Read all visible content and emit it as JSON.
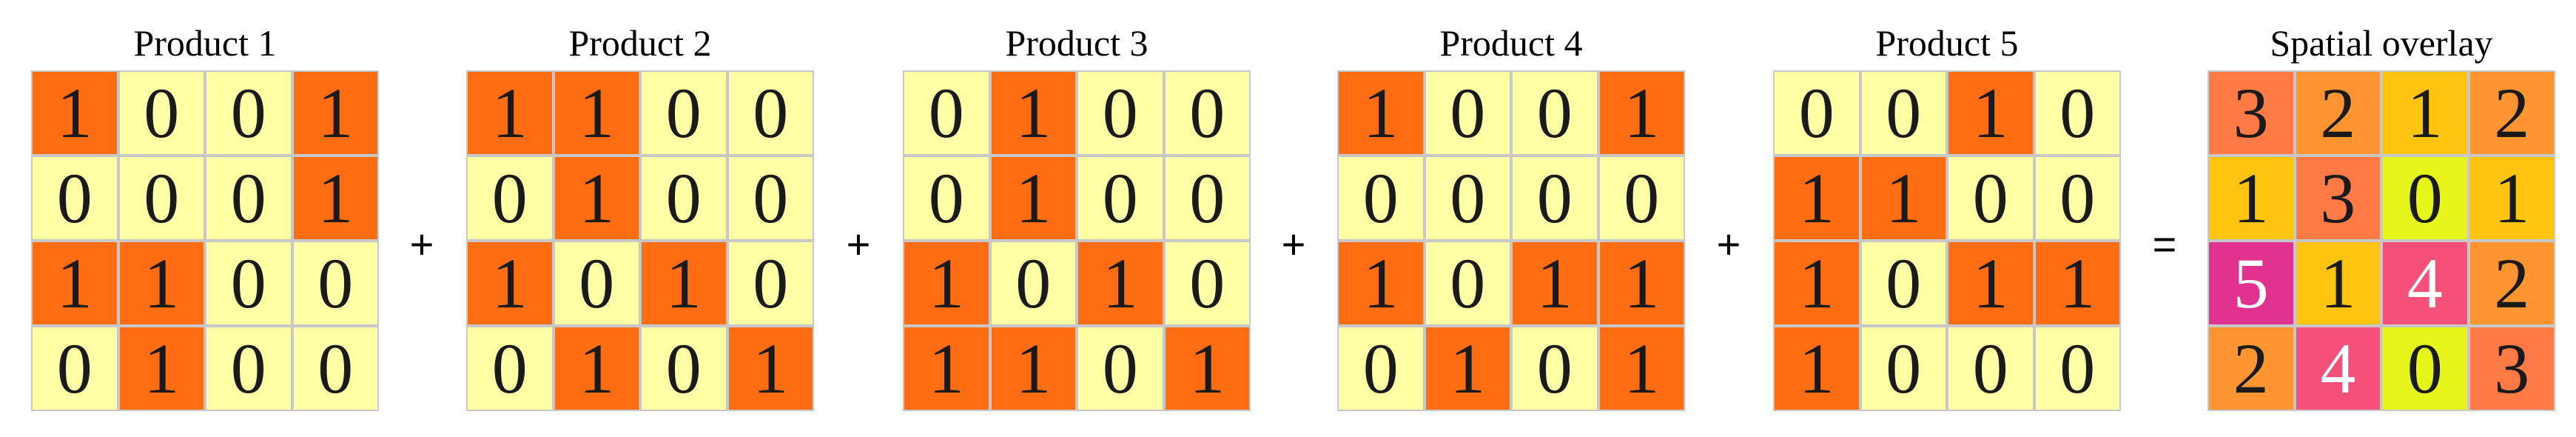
{
  "palette": {
    "zero": "#ffffa6",
    "one": "#ff6d12",
    "overlay_0": "#e6f51a",
    "overlay_1": "#ffc40d",
    "overlay_2": "#ff9530",
    "overlay_3": "#ff7a45",
    "overlay_4": "#f5507a",
    "overlay_5": "#e0338f",
    "text_dark": "#1a1a1a",
    "text_light": "#ffffff"
  },
  "operators": {
    "plus": "+",
    "equals": "="
  },
  "panels": [
    {
      "title": "Product 1",
      "kind": "binary",
      "cells": [
        [
          1,
          0,
          0,
          1
        ],
        [
          0,
          0,
          0,
          1
        ],
        [
          1,
          1,
          0,
          0
        ],
        [
          0,
          1,
          0,
          0
        ]
      ]
    },
    {
      "title": "Product 2",
      "kind": "binary",
      "cells": [
        [
          1,
          1,
          0,
          0
        ],
        [
          0,
          1,
          0,
          0
        ],
        [
          1,
          0,
          1,
          0
        ],
        [
          0,
          1,
          0,
          1
        ]
      ]
    },
    {
      "title": "Product 3",
      "kind": "binary",
      "cells": [
        [
          0,
          1,
          0,
          0
        ],
        [
          0,
          1,
          0,
          0
        ],
        [
          1,
          0,
          1,
          0
        ],
        [
          1,
          1,
          0,
          1
        ]
      ]
    },
    {
      "title": "Product 4",
      "kind": "binary",
      "cells": [
        [
          1,
          0,
          0,
          1
        ],
        [
          0,
          0,
          0,
          0
        ],
        [
          1,
          0,
          1,
          1
        ],
        [
          0,
          1,
          0,
          1
        ]
      ]
    },
    {
      "title": "Product 5",
      "kind": "binary",
      "cells": [
        [
          0,
          0,
          1,
          0
        ],
        [
          1,
          1,
          0,
          0
        ],
        [
          1,
          0,
          1,
          1
        ],
        [
          1,
          0,
          0,
          0
        ]
      ]
    },
    {
      "title": "Spatial overlay",
      "kind": "overlay",
      "cells": [
        [
          3,
          2,
          1,
          2
        ],
        [
          1,
          3,
          0,
          1
        ],
        [
          5,
          1,
          4,
          2
        ],
        [
          2,
          4,
          0,
          3
        ]
      ]
    }
  ]
}
